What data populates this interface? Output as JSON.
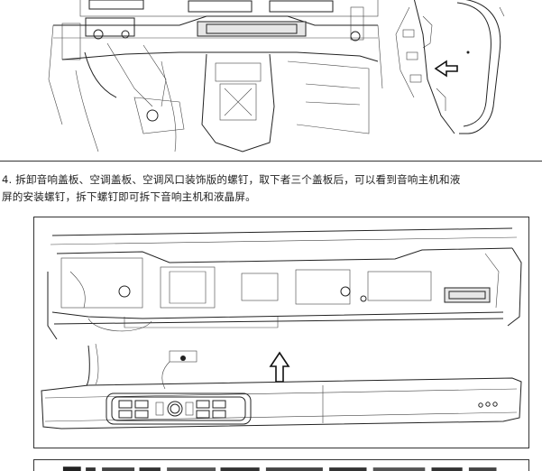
{
  "instruction": {
    "line1": "4. 拆卸音响盖板、空调盖板、空调风口装饰版的螺钉，取下者三个盖板后，可以看到音响主机和液",
    "line2": "屏的安装螺钉，拆下螺钉即可拆下音响主机和液晶屏。"
  },
  "figures": {
    "top": {
      "arrow_direction": "left"
    },
    "bottom": {
      "arrow_direction": "up"
    }
  },
  "colors": {
    "line": "#222222",
    "panel_fill": "#e6e6e6",
    "background": "#ffffff"
  }
}
